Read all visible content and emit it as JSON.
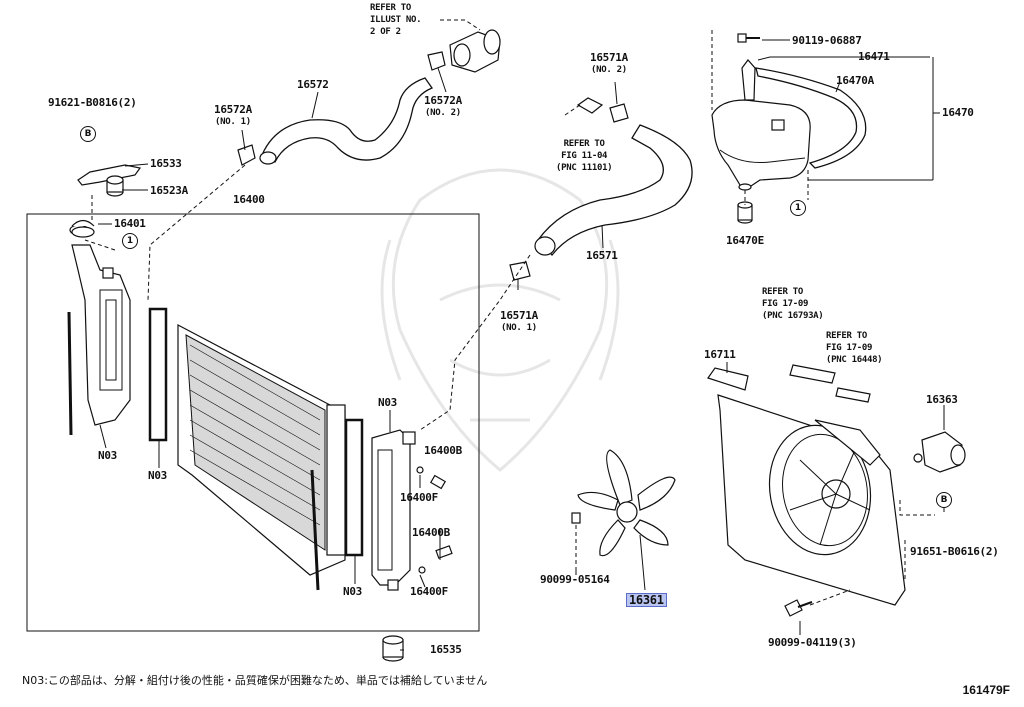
{
  "illustration_code": "161479F",
  "footnote": "N03:この部品は、分解・組付け後の性能・品質確保が困難なため、単品では補給していません",
  "refs": {
    "illust": [
      "REFER TO",
      "ILLUST NO.",
      "2 OF 2"
    ],
    "fig_11_04": [
      "REFER TO",
      "FIG 11-04",
      "(PNC 11101)"
    ],
    "fig_17_09_a": [
      "REFER TO",
      "FIG 17-09",
      "(PNC 16793A)"
    ],
    "fig_17_09_b": [
      "REFER TO",
      "FIG 17-09",
      "(PNC 16448)"
    ]
  },
  "callouts": {
    "p16572": "16572",
    "p16572A_1": "16572A",
    "p16572A_1_sub": "(NO. 1)",
    "p16572A_2": "16572A",
    "p16572A_2_sub": "(NO. 2)",
    "p91621": "91621-B0816(2)",
    "p16533": "16533",
    "p16523A": "16523A",
    "p16401": "16401",
    "p16400": "16400",
    "p16571A_2": "16571A",
    "p16571A_2_sub": "(NO. 2)",
    "p16571": "16571",
    "p16571A_1": "16571A",
    "p16571A_1_sub": "(NO. 1)",
    "p90119": "90119-06887",
    "p16471": "16471",
    "p16470A": "16470A",
    "p16470": "16470",
    "p16470E": "16470E",
    "p16711": "16711",
    "p16363": "16363",
    "p91651": "91651-B0616(2)",
    "p90099_04119": "90099-04119(3)",
    "p90099_05164": "90099-05164",
    "p16361": "16361",
    "p16400B_1": "16400B",
    "p16400F_1": "16400F",
    "p16400B_2": "16400B",
    "p16400F_2": "16400F",
    "p16535": "16535",
    "n03_1": "N03",
    "n03_2": "N03",
    "n03_3": "N03",
    "n03_4": "N03"
  },
  "markers": {
    "B": "B",
    "one": "1"
  }
}
